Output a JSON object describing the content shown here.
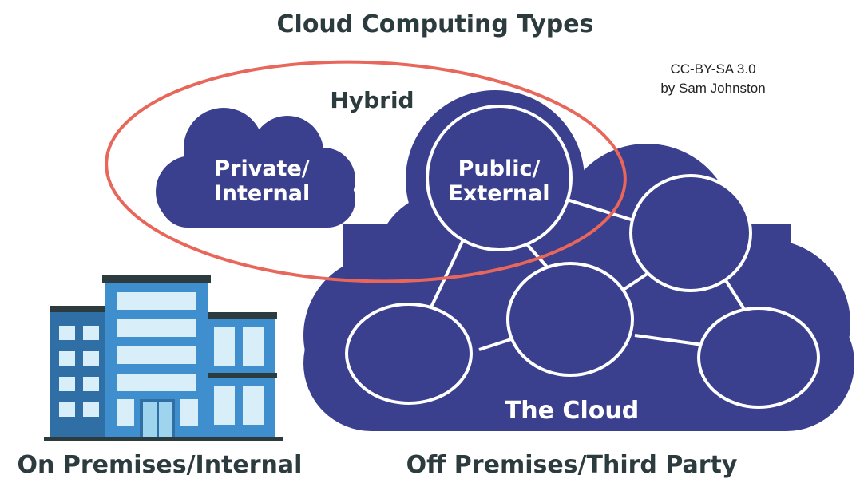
{
  "title": "Cloud Computing Types",
  "credit": {
    "line1": "CC-BY-SA 3.0",
    "line2": "by Sam Johnston"
  },
  "hybrid_label": "Hybrid",
  "private_cloud": {
    "line1": "Private/",
    "line2": "Internal"
  },
  "public_node": {
    "line1": "Public/",
    "line2": "External"
  },
  "the_cloud_label": "The Cloud",
  "bottom_labels": {
    "left": "On Premises/Internal",
    "right": "Off Premises/Third Party"
  },
  "colors": {
    "cloud": "#3a3f8e",
    "hybrid_ring": "#e8665a",
    "text_dark": "#2c3b3e",
    "building_main": "#3f8fcf",
    "building_dark": "#2f6fa6",
    "window": "#d8eef8"
  }
}
